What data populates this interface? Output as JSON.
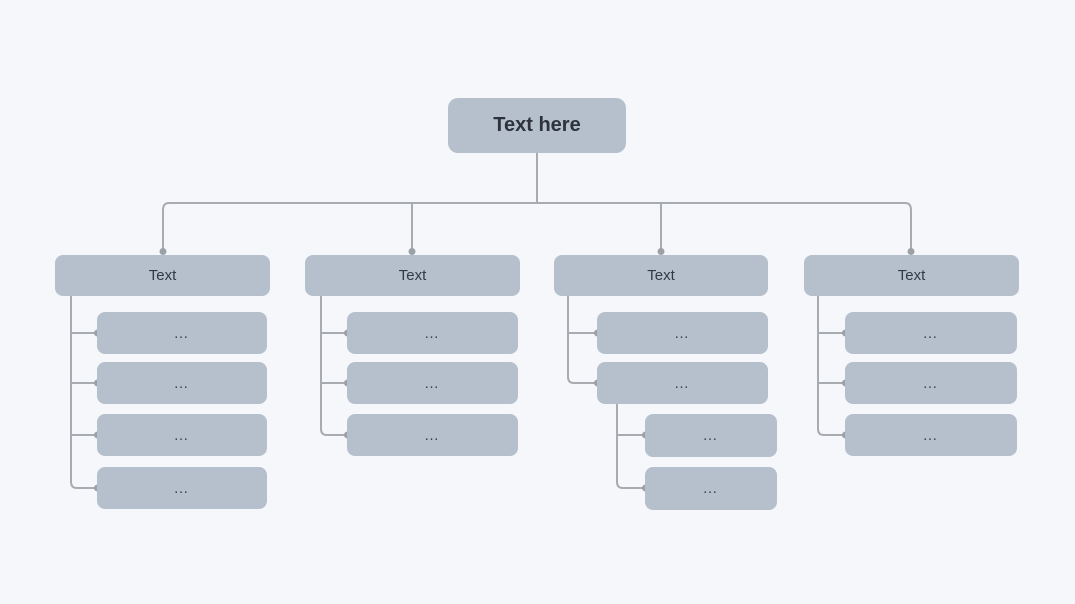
{
  "colors": {
    "background": "#f6f7fb",
    "node_fill": "#b6c0cd",
    "node_text": "#333b46",
    "connector_line": "#a8abaf",
    "connector_dot": "#9ba1a7"
  },
  "tree": {
    "label": "Text here",
    "children": [
      {
        "label": "Text",
        "children": [
          {
            "label": "…"
          },
          {
            "label": "…"
          },
          {
            "label": "…"
          },
          {
            "label": "…"
          }
        ]
      },
      {
        "label": "Text",
        "children": [
          {
            "label": "…"
          },
          {
            "label": "…"
          },
          {
            "label": "…"
          }
        ]
      },
      {
        "label": "Text",
        "children": [
          {
            "label": "…"
          },
          {
            "label": "…",
            "children": [
              {
                "label": "…"
              },
              {
                "label": "…"
              }
            ]
          }
        ]
      },
      {
        "label": "Text",
        "children": [
          {
            "label": "…"
          },
          {
            "label": "…"
          },
          {
            "label": "…"
          }
        ]
      }
    ]
  }
}
